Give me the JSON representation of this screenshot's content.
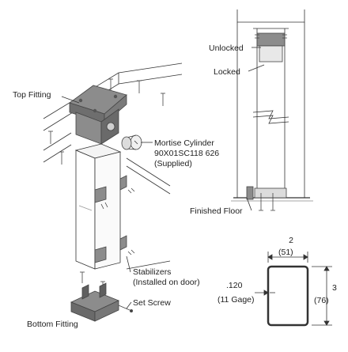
{
  "labels": {
    "top_fitting": "Top Fitting",
    "mortise_cylinder": "Mortise Cylinder",
    "cylinder_part_number": "90X01SC118 626",
    "supplied": "(Supplied)",
    "stabilizers": "Stabilizers",
    "installed_on_door": "(Installed on door)",
    "set_screw": "Set Screw",
    "bottom_fitting": "Bottom Fitting",
    "unlocked": "Unlocked",
    "locked": "Locked",
    "finished_floor": "Finished Floor"
  },
  "dimensions": {
    "width_in": "2",
    "width_mm": "(51)",
    "height_in": "3",
    "height_mm": "(76)",
    "wall_in": ".120",
    "wall_gage": "(11 Gage)"
  },
  "colors": {
    "line": "#333333",
    "fitting_fill": "#8c8c8c",
    "fitting_dark": "#5f5f5f",
    "light_fill": "#f4f4f4"
  }
}
